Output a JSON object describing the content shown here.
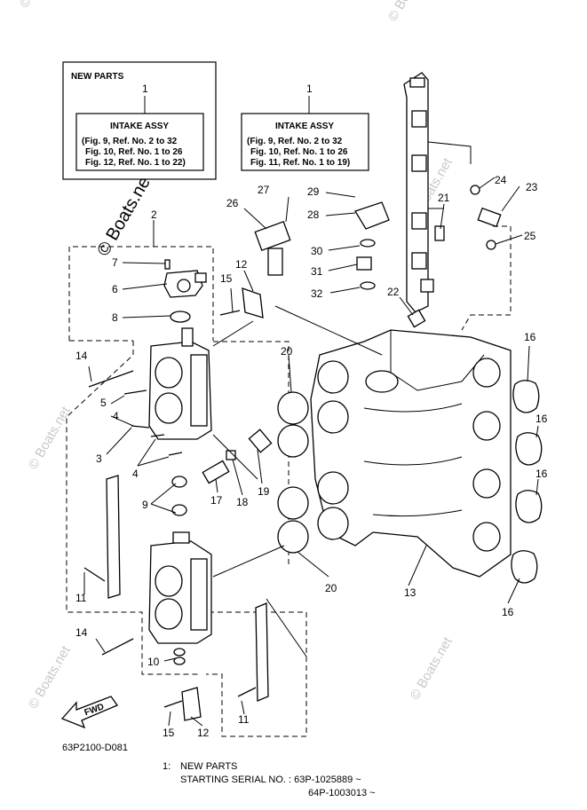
{
  "watermark": {
    "side": "© Boats.net",
    "small": "© Boats.net"
  },
  "new_parts_box": {
    "title": "NEW PARTS",
    "ref": "1",
    "label_left": {
      "ref": "1",
      "title": "INTAKE ASSY",
      "lines": [
        "(Fig. 9, Ref. No. 2 to 32",
        "Fig. 10, Ref. No. 1 to 26",
        "Fig. 12, Ref. No. 1 to 22)"
      ]
    },
    "label_right": {
      "ref": "1",
      "title": "INTAKE ASSY",
      "lines": [
        "(Fig. 9, Ref. No. 2 to 32",
        "Fig. 10, Ref. No. 1 to 26",
        "Fig. 11, Ref. No. 1 to 19)"
      ]
    }
  },
  "callouts": [
    "2",
    "3",
    "4",
    "4",
    "5",
    "6",
    "7",
    "8",
    "9",
    "10",
    "11",
    "11",
    "12",
    "12",
    "13",
    "14",
    "14",
    "15",
    "15",
    "16",
    "16",
    "16",
    "16",
    "17",
    "18",
    "19",
    "20",
    "20",
    "21",
    "22",
    "23",
    "24",
    "25",
    "26",
    "27",
    "28",
    "29",
    "30",
    "31",
    "32"
  ],
  "fwd_label": "FWD",
  "drawing_code": "63P2100-D081",
  "footer": {
    "note_ref": "1:",
    "note_title": "NEW PARTS",
    "serial_label": "STARTING SERIAL NO. : 63P-1025889 ~",
    "serial_2": "64P-1003013 ~"
  }
}
